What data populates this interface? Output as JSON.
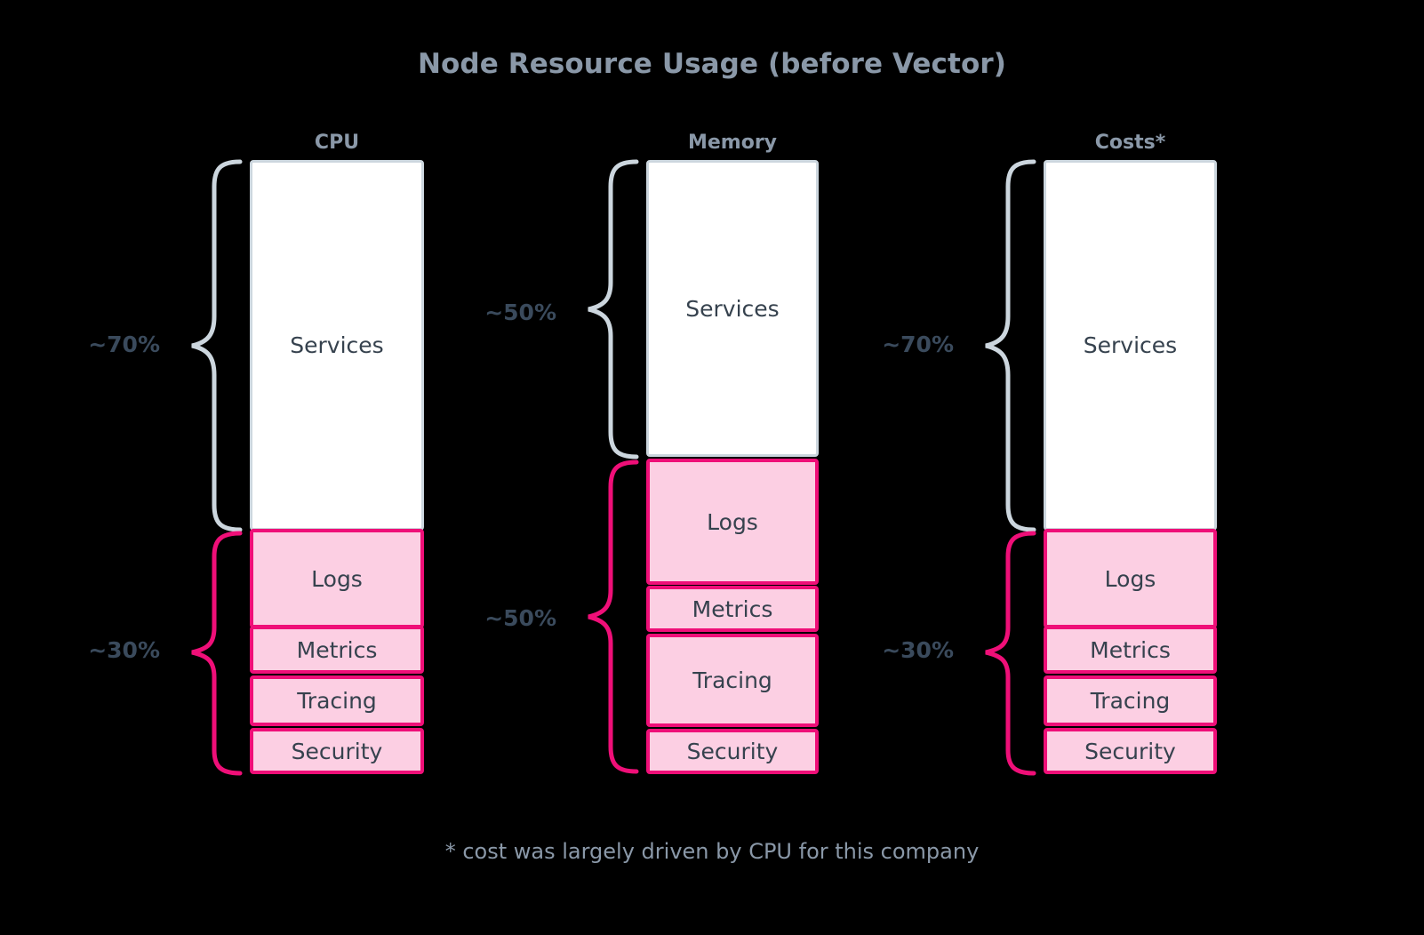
{
  "title": "Node Resource Usage (before Vector)",
  "footnote": "* cost was largely driven by CPU for this company",
  "colors": {
    "background": "#000000",
    "title_text": "#8a98a8",
    "services_fill": "#ffffff",
    "services_border": "#ccd6de",
    "telemetry_fill": "#fccfe3",
    "telemetry_border": "#ef0f78",
    "segment_text": "#36424e",
    "percent_text": "#3a4a5c",
    "gray_brace": "#ccd6de",
    "pink_brace": "#ef0f78"
  },
  "chart_data": {
    "type": "bar",
    "title": "Node Resource Usage (before Vector)",
    "xlabel": "",
    "ylabel": "",
    "categories": [
      "CPU",
      "Memory",
      "Costs*"
    ],
    "stack_order": [
      "Services",
      "Logs",
      "Metrics",
      "Tracing",
      "Security"
    ],
    "series": [
      {
        "name": "Services",
        "values": [
          70,
          50,
          70
        ]
      },
      {
        "name": "Logs",
        "values": [
          13,
          22,
          13
        ]
      },
      {
        "name": "Metrics",
        "values": [
          5.5,
          7,
          5.5
        ]
      },
      {
        "name": "Tracing",
        "values": [
          5.5,
          13,
          5.5
        ]
      },
      {
        "name": "Security",
        "values": [
          6,
          8,
          6
        ]
      }
    ],
    "group_totals": {
      "services_pct": [
        "~70%",
        "~50%",
        "~70%"
      ],
      "telemetry_pct": [
        "~30%",
        "~50%",
        "~30%"
      ]
    },
    "ylim": [
      0,
      100
    ],
    "grid": false,
    "legend": "none",
    "annotations": [
      "* cost was largely driven by CPU for this company"
    ]
  },
  "columns": [
    {
      "key": "cpu",
      "header": "CPU",
      "services_label": "Services",
      "services_pct": "~70%",
      "telemetry_pct": "~30%",
      "segments": [
        {
          "label": "Services",
          "type": "services"
        },
        {
          "label": "Logs",
          "type": "telemetry"
        },
        {
          "label": "Metrics",
          "type": "telemetry"
        },
        {
          "label": "Tracing",
          "type": "telemetry"
        },
        {
          "label": "Security",
          "type": "telemetry"
        }
      ]
    },
    {
      "key": "memory",
      "header": "Memory",
      "services_label": "Services",
      "services_pct": "~50%",
      "telemetry_pct": "~50%",
      "segments": [
        {
          "label": "Services",
          "type": "services"
        },
        {
          "label": "Logs",
          "type": "telemetry"
        },
        {
          "label": "Metrics",
          "type": "telemetry"
        },
        {
          "label": "Tracing",
          "type": "telemetry"
        },
        {
          "label": "Security",
          "type": "telemetry"
        }
      ]
    },
    {
      "key": "costs",
      "header": "Costs*",
      "services_label": "Services",
      "services_pct": "~70%",
      "telemetry_pct": "~30%",
      "segments": [
        {
          "label": "Services",
          "type": "services"
        },
        {
          "label": "Logs",
          "type": "telemetry"
        },
        {
          "label": "Metrics",
          "type": "telemetry"
        },
        {
          "label": "Tracing",
          "type": "telemetry"
        },
        {
          "label": "Security",
          "type": "telemetry"
        }
      ]
    }
  ]
}
